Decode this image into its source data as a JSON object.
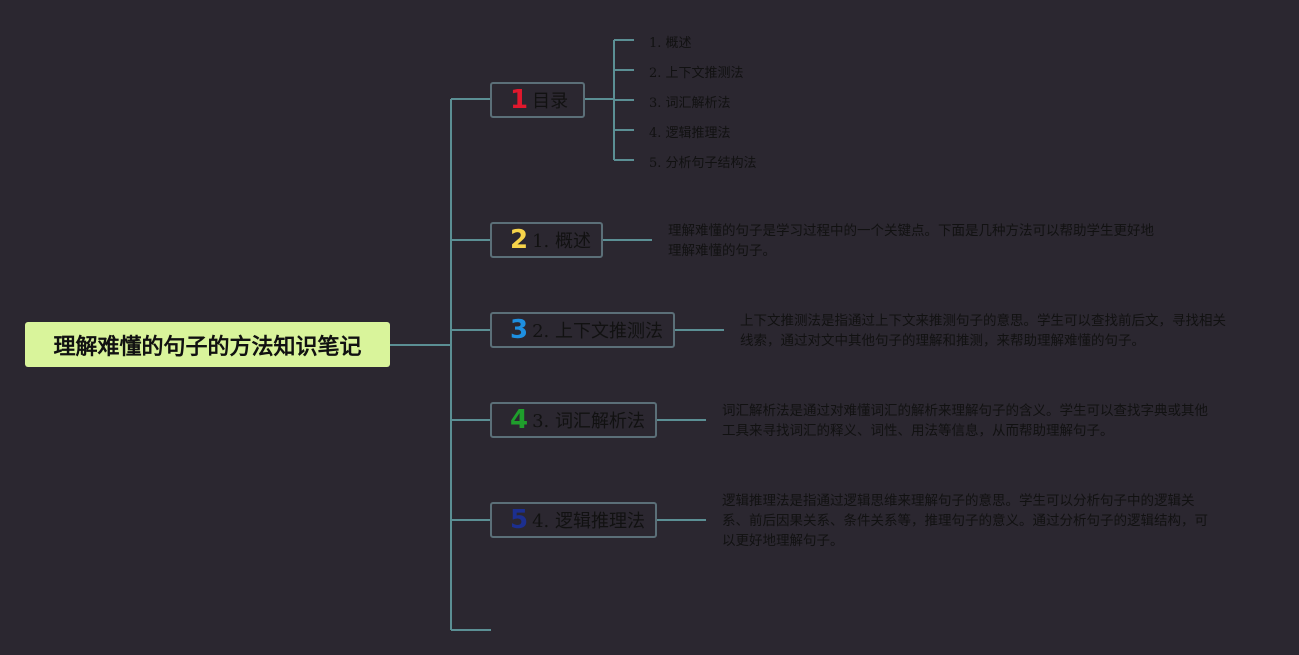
{
  "root": {
    "title": "理解难懂的句子的方法知识笔记"
  },
  "branches": [
    {
      "number": "1",
      "label": "目录",
      "color": "#e0182d"
    },
    {
      "number": "2",
      "label": "1. 概述",
      "color": "#f7d44a"
    },
    {
      "number": "3",
      "label": "2. 上下文推测法",
      "color": "#1e8fe0"
    },
    {
      "number": "4",
      "label": "3. 词汇解析法",
      "color": "#1f9e2c"
    },
    {
      "number": "5",
      "label": "4. 逻辑推理法",
      "color": "#1c2f8f"
    }
  ],
  "toc": [
    "1. 概述",
    "2. 上下文推测法",
    "3. 词汇解析法",
    "4. 逻辑推理法",
    "5. 分析句子结构法"
  ],
  "descriptions": [
    "理解难懂的句子是学习过程中的一个关键点。下面是几种方法可以帮助学生更好地理解难懂的句子。",
    "上下文推测法是指通过上下文来推测句子的意思。学生可以查找前后文，寻找相关线索，通过对文中其他句子的理解和推测，来帮助理解难懂的句子。",
    "词汇解析法是通过对难懂词汇的解析来理解句子的含义。学生可以查找字典或其他工具来寻找词汇的释义、词性、用法等信息，从而帮助理解句子。",
    "逻辑推理法是指通过逻辑思维来理解句子的意思。学生可以分析句子中的逻辑关系、前后因果关系、条件关系等，推理句子的意义。通过分析句子的逻辑结构，可以更好地理解句子。"
  ],
  "colors": {
    "background": "#2b2730",
    "root": "#d9f49b",
    "connector": "#5b8f94",
    "node_border": "#5b6f78"
  }
}
